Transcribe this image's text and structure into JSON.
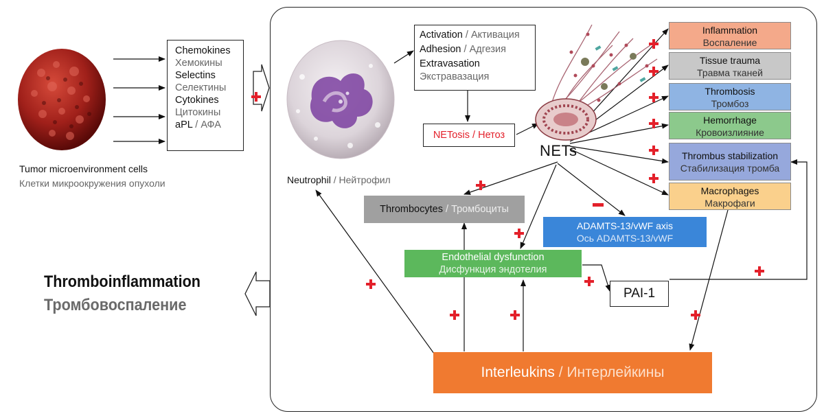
{
  "tumor": {
    "label_en": "Tumor microenvironment cells",
    "label_ru": "Клетки микроокружения опухоли"
  },
  "mediators": [
    {
      "en": "Chemokines",
      "ru": "Хемокины"
    },
    {
      "en": "Selectins",
      "ru": "Селектины"
    },
    {
      "en": "Cytokines",
      "ru": "Цитокины"
    },
    {
      "en": "aPL",
      "sep": " / ",
      "ru": "АФА"
    }
  ],
  "neutrophil": {
    "en": "Neutrophil",
    "sep": " / ",
    "ru": "Нейтрофил"
  },
  "steps": [
    {
      "en": "Activation",
      "sep": " / ",
      "ru": "Активация"
    },
    {
      "en": "Adhesion",
      "sep": " / ",
      "ru": "Адгезия"
    },
    {
      "en": "Extravasation",
      "ru": "Экстравазация"
    }
  ],
  "netosis": {
    "en": "NETosis",
    "sep": " / ",
    "ru": "Нетоз"
  },
  "nets": "NETs",
  "outcomes": [
    {
      "en": "Inflammation",
      "ru": "Воспаление",
      "color": "#f4a98a"
    },
    {
      "en": "Tissue trauma",
      "ru": "Травма тканей",
      "color": "#c8c8c8"
    },
    {
      "en": "Thrombosis",
      "ru": "Тромбоз",
      "color": "#8fb4e3"
    },
    {
      "en": "Hemorrhage",
      "ru": "Кровоизлияние",
      "color": "#8cc98c"
    },
    {
      "en": "Thrombus stabilization",
      "ru": "Стабилизация тромба",
      "color": "#96a8dc"
    },
    {
      "en": "Macrophages",
      "ru": "Макрофаги",
      "color": "#fad08c"
    }
  ],
  "thrombocytes": {
    "en": "Thrombocytes",
    "sep": " / ",
    "ru": "Тромбоциты",
    "color": "#a0a0a0"
  },
  "adamts": {
    "en": "ADAMTS-13/vWF axis",
    "ru": "Ось ADAMTS-13/vWF",
    "color": "#3a86d9"
  },
  "endothelial": {
    "en": "Endothelial dysfunction",
    "ru": "Дисфункция эндотелия",
    "color": "#5cb85c"
  },
  "pai": "PAI-1",
  "interleukins": {
    "en": "Interleukins",
    "sep": " / ",
    "ru": "Интерлейкины",
    "color": "#f07a30"
  },
  "thromboinflammation": {
    "en": "Thromboinflammation",
    "ru": "Тромбовоспаление"
  }
}
